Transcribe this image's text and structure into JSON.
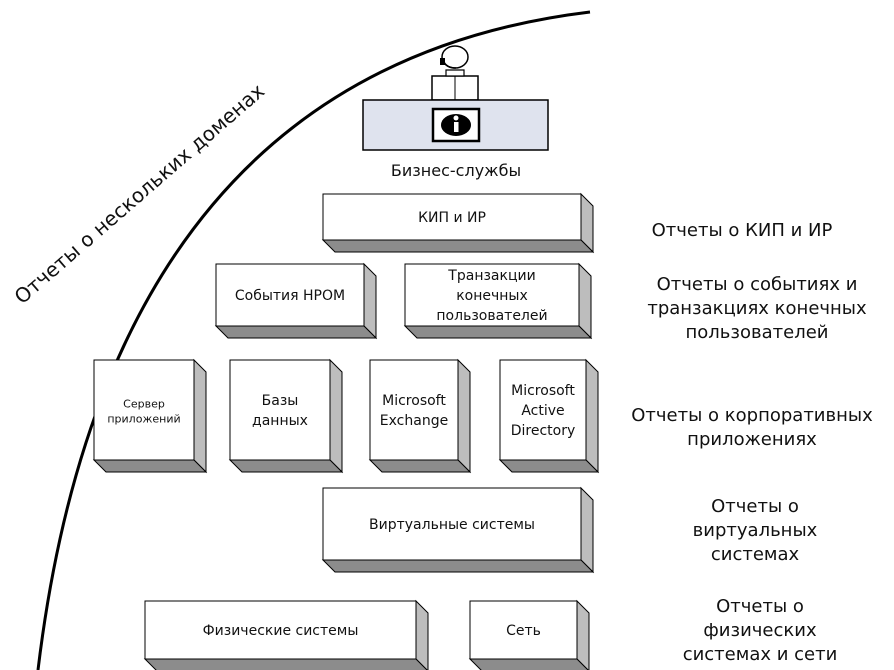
{
  "arc_label": "Отчеты о нескольких доменах",
  "business_services_caption": "Бизнес-службы",
  "boxes": {
    "kip": [
      "КИП и ИР"
    ],
    "hpom": [
      "События HPOM"
    ],
    "transactions": [
      "Транзакции",
      "конечных",
      "пользователей"
    ],
    "app_server": [
      "Сервер",
      "приложений"
    ],
    "databases": [
      "Базы",
      "данных"
    ],
    "exchange": [
      "Microsoft",
      "Exchange"
    ],
    "active_directory": [
      "Microsoft",
      "Active",
      "Directory"
    ],
    "virtual": [
      "Виртуальные системы"
    ],
    "physical": [
      "Физические системы"
    ],
    "network": [
      "Сеть"
    ]
  },
  "right_labels": {
    "kip": [
      "Отчеты о КИП и ИР"
    ],
    "events": [
      "Отчеты о событиях и",
      "транзакциях конечных",
      "пользователей"
    ],
    "enterprise": [
      "Отчеты о корпоративных",
      "приложениях"
    ],
    "virtual": [
      "Отчеты о",
      "виртуальных",
      "системах"
    ],
    "physical": [
      "Отчеты о",
      "физических",
      "системах и сети"
    ]
  },
  "icons": {
    "operator": "operator-with-headset-icon",
    "info": "info-icon"
  },
  "colors": {
    "box_face": "#ffffff",
    "box_right_side": "#bdbdbd",
    "box_bottom_side": "#8c8c8c",
    "desk_face": "#dfe3ee",
    "outline": "#000000"
  }
}
